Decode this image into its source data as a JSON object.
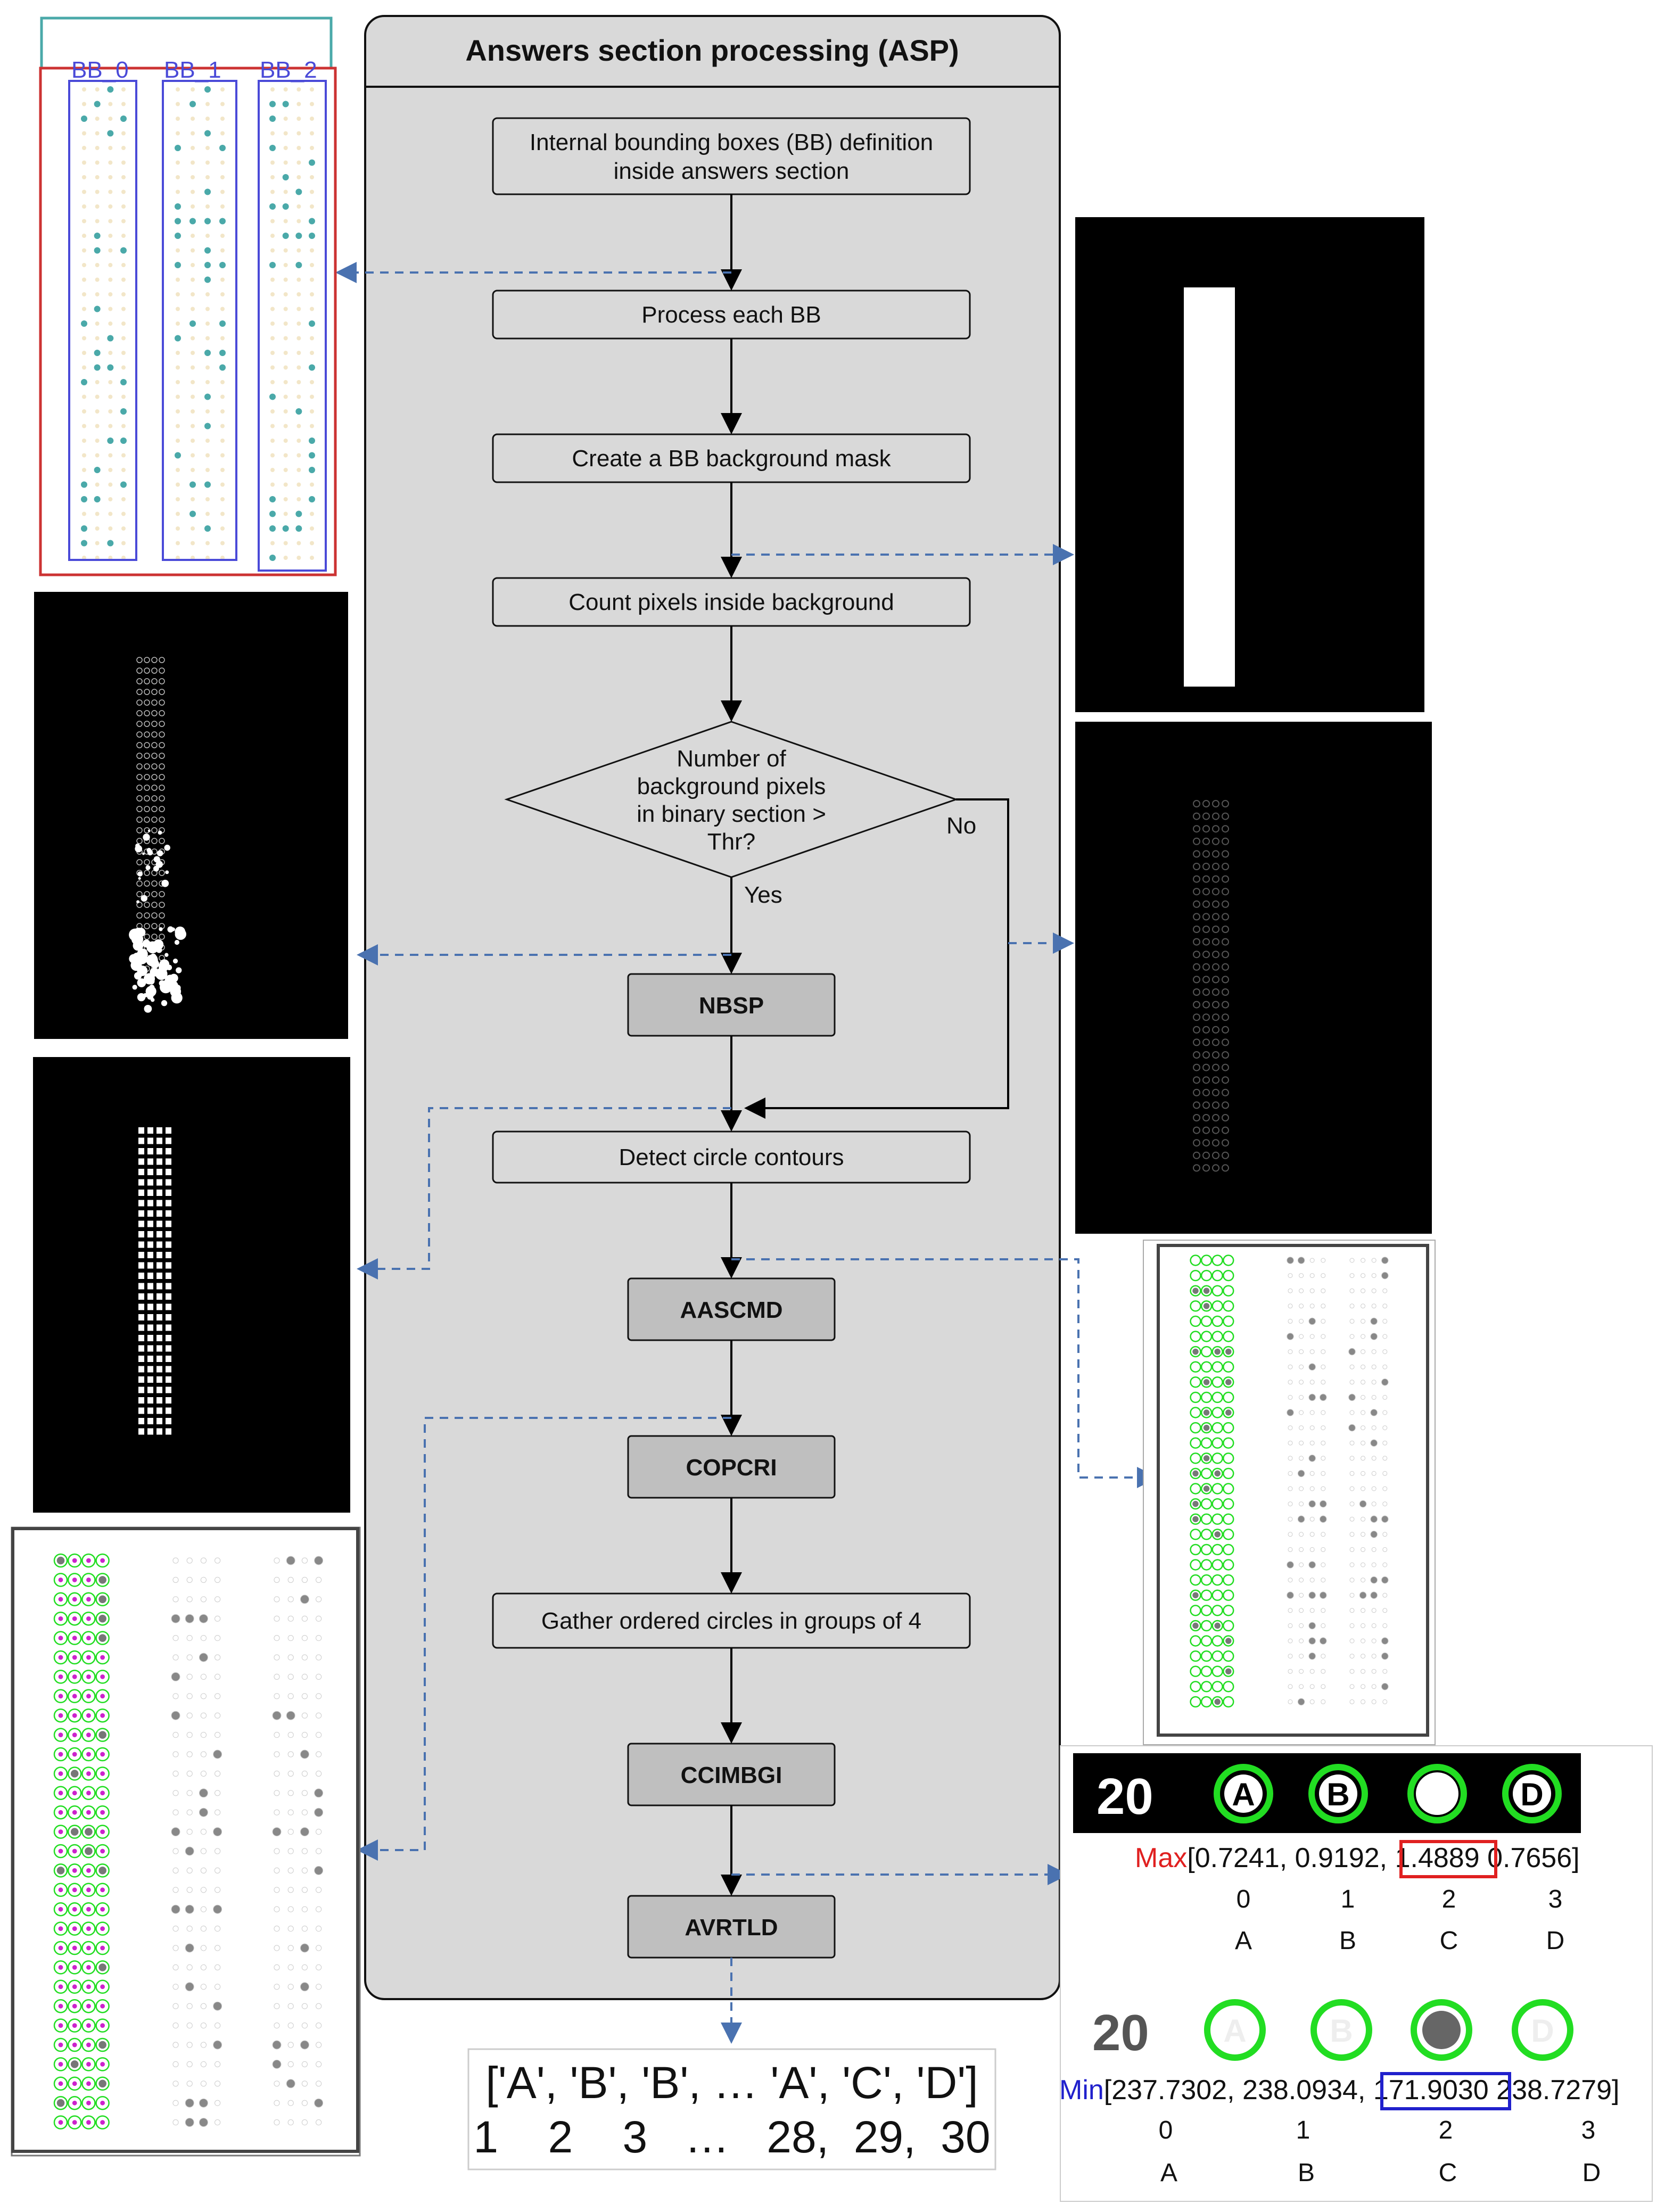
{
  "asp": {
    "title": "Answers section processing (ASP)",
    "box_bb_definition": [
      "Internal bounding boxes (BB) definition",
      "inside answers section"
    ],
    "box_process_each": "Process each BB",
    "box_create_mask": "Create a BB background mask",
    "box_count_pixels": "Count pixels inside background",
    "decision": [
      "Number of",
      "background pixels",
      "in binary section >",
      "Thr?"
    ],
    "label_no": "No",
    "label_yes": "Yes",
    "box_nbsp": "NBSP",
    "box_detect": "Detect circle contours",
    "box_aascmd": "AASCMD",
    "box_copcri": "COPCRI",
    "box_gather": "Gather ordered circles in groups of 4",
    "box_ccimbgi": "CCIMBGI",
    "box_avrtld": "AVRTLD"
  },
  "bb_labels": [
    "BB_0",
    "BB_1",
    "BB_2"
  ],
  "output": {
    "answers": "['A', 'B', 'B', … 'A', 'C', 'D']",
    "numbers": "1    2    3   …   28,  29,  30"
  },
  "detail": {
    "question_number": "20",
    "options": [
      "A",
      "B",
      "C",
      "D"
    ],
    "max_label": "Max",
    "max_prefix": "[0.7241, 0.9192, ",
    "max_highlight": "1.4889",
    "max_suffix": " 0.7656]",
    "min_label": "Min",
    "min_prefix": "[237.7302, 238.0934, ",
    "min_highlight": "171.9030",
    "min_suffix": " 238.7279]",
    "indices": [
      "0",
      "1",
      "2",
      "3"
    ],
    "letters": [
      "A",
      "B",
      "C",
      "D"
    ]
  },
  "colors": {
    "panel_fill": "#d9d9d9",
    "arrow_dashed": "#4a72b0",
    "bb_red": "#cc3333",
    "bb_blue": "#4a4ad8",
    "bb_teal": "#4aa9a9",
    "circle_green": "#22dd22",
    "label_magenta": "#cc22cc",
    "max_red": "#e02020",
    "min_blue": "#2020cc"
  }
}
